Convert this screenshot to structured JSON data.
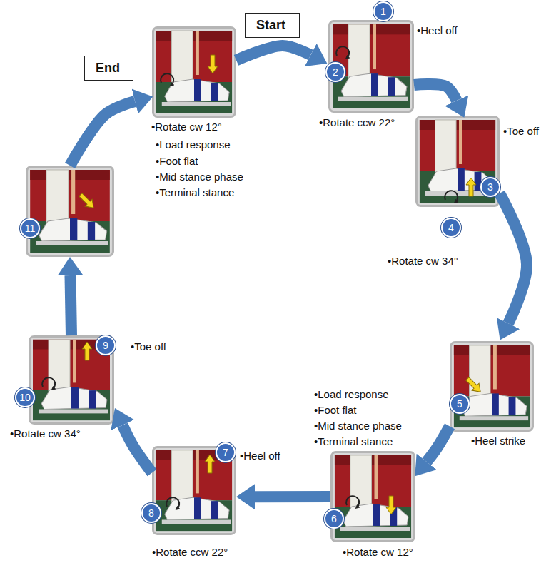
{
  "diagram": {
    "nodes": [
      {
        "text": [
          "Start"
        ]
      },
      {
        "text": [
          "End"
        ]
      },
      {
        "text": [
          "•Rotate cw 12°",
          "•Load response",
          "•Foot flat",
          "•Mid stance phase",
          "•Terminal stance"
        ]
      },
      {
        "text": [
          "•Heel off",
          "•Rotate ccw 22°"
        ]
      },
      {
        "text": [
          "1"
        ],
        "in": 3
      },
      {
        "text": [
          "2"
        ],
        "in": 3
      },
      {
        "text": [
          "•Toe off",
          "•Rotate cw 34°"
        ]
      },
      {
        "text": [
          "3"
        ],
        "in": 6
      },
      {
        "text": [
          "4"
        ],
        "in": 6
      },
      {
        "text": [
          "•Heel strike"
        ]
      },
      {
        "text": [
          "5"
        ],
        "in": 9
      },
      {
        "text": [
          "•Load response",
          "•Foot flat",
          "•Mid stance phase",
          "•Terminal stance",
          "•Rotate cw 12°"
        ]
      },
      {
        "text": [
          "6"
        ],
        "in": 11
      },
      {
        "text": [
          "•Heel off",
          "•Rotate ccw 22°"
        ]
      },
      {
        "text": [
          "7"
        ],
        "in": 13
      },
      {
        "text": [
          "8"
        ],
        "in": 13
      },
      {
        "text": [
          "•Toe off",
          "•Rotate cw 34°"
        ]
      },
      {
        "text": [
          "9"
        ],
        "in": 16
      },
      {
        "text": [
          "10"
        ],
        "in": 16
      },
      {
        "text": []
      },
      {
        "text": [
          "11"
        ],
        "in": 19
      }
    ],
    "edges": [
      {
        "from": 2,
        "to": 3,
        "arrow": "to"
      },
      {
        "from": 3,
        "to": 6,
        "arrow": "to"
      },
      {
        "from": 6,
        "to": 9,
        "arrow": "to"
      },
      {
        "from": 9,
        "to": 11,
        "arrow": "to"
      },
      {
        "from": 11,
        "to": 13,
        "arrow": "to"
      },
      {
        "from": 13,
        "to": 16,
        "arrow": "to"
      },
      {
        "from": 16,
        "to": 19,
        "arrow": "to"
      },
      {
        "from": 19,
        "to": 2,
        "arrow": "to"
      }
    ]
  }
}
